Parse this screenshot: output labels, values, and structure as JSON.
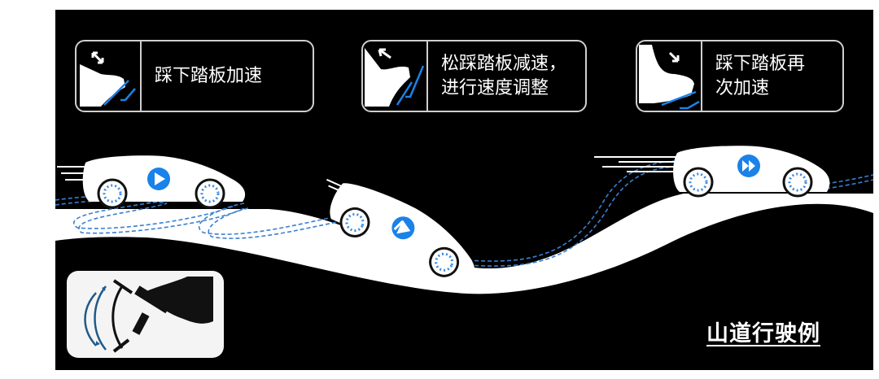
{
  "colors": {
    "background": "#000000",
    "page": "#ffffff",
    "road": "#ffffff",
    "accent_blue": "#1a82e8",
    "track_blue": "#2a6fc0",
    "card_border": "#cfcfcf",
    "paddle_arrow_blue": "#1f5a8a"
  },
  "cards": [
    {
      "id": "step-1",
      "icon": "foot-press-pedal-icon",
      "text": "踩下踏板加速"
    },
    {
      "id": "step-2",
      "icon": "foot-release-pedal-icon",
      "text": "松踩踏板减速，\n进行速度调整"
    },
    {
      "id": "step-3",
      "icon": "foot-press-again-icon",
      "text": "踩下踏板再\n次加速"
    }
  ],
  "cars": [
    {
      "id": "car-1",
      "badge": "play-icon",
      "state": "accelerate"
    },
    {
      "id": "car-2",
      "badge": "slow-play-icon",
      "state": "decelerate"
    },
    {
      "id": "car-3",
      "badge": "fast-forward-icon",
      "state": "accelerate-again"
    }
  ],
  "caption": {
    "text": "山道行驶例"
  },
  "paddle_icon": {
    "name": "paddle-pedal-icon"
  }
}
